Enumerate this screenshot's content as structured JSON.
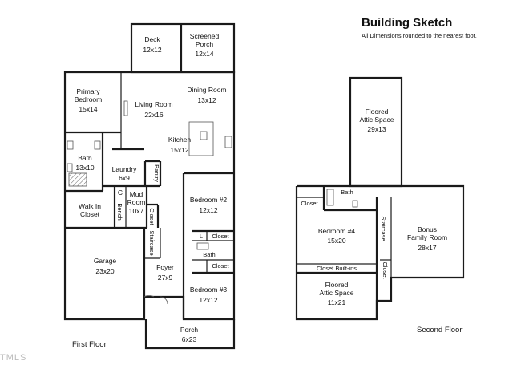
{
  "header": {
    "title": "Building Sketch",
    "subtitle": "All Dimensions rounded to the nearest foot."
  },
  "watermark": "TMLS",
  "first_floor": {
    "label": "First Floor",
    "rooms": {
      "deck": {
        "name": "Deck",
        "size": "12x12"
      },
      "screened_porch": {
        "name": "Screened",
        "name2": "Porch",
        "size": "12x14"
      },
      "primary_bedroom": {
        "name": "Primary",
        "name2": "Bedroom",
        "size": "15x14"
      },
      "living_room": {
        "name": "Living Room",
        "size": "22x16"
      },
      "dining_room": {
        "name": "Dining Room",
        "size": "13x12"
      },
      "kitchen": {
        "name": "Kitchen",
        "size": "15x12"
      },
      "bath": {
        "name": "Bath",
        "size": "13x10"
      },
      "laundry": {
        "name": "Laundry",
        "size": "6x9"
      },
      "pantry": {
        "name": "Pantry"
      },
      "closet_c": {
        "name": "C"
      },
      "bench": {
        "name": "Bench"
      },
      "mud_room": {
        "name": "Mud",
        "name2": "Room",
        "size": "10x7"
      },
      "walk_in_closet": {
        "name": "Walk In",
        "name2": "Closet"
      },
      "closet_mud": {
        "name": "Closet"
      },
      "bedroom2": {
        "name": "Bedroom #2",
        "size": "12x12"
      },
      "closet_l": {
        "name": "L"
      },
      "closet_bed2": {
        "name": "Closet"
      },
      "staircase": {
        "name": "Staircase"
      },
      "bath2": {
        "name": "Bath"
      },
      "closet_bath": {
        "name": "Closet"
      },
      "garage": {
        "name": "Garage",
        "size": "23x20"
      },
      "foyer": {
        "name": "Foyer",
        "size": "27x9"
      },
      "bedroom3": {
        "name": "Bedroom #3",
        "size": "12x12"
      },
      "porch": {
        "name": "Porch",
        "size": "6x23"
      }
    }
  },
  "second_floor": {
    "label": "Second Floor",
    "rooms": {
      "floored_attic_top": {
        "name": "Floored",
        "name2": "Attic Space",
        "size": "29x13"
      },
      "bath": {
        "name": "Bath"
      },
      "closet": {
        "name": "Closet"
      },
      "bedroom4": {
        "name": "Bedroom #4",
        "size": "15x20"
      },
      "staircase": {
        "name": "Staircase"
      },
      "bonus": {
        "name": "Bonus",
        "name2": "Family Room",
        "size": "28x17"
      },
      "closet_builtins": {
        "name": "Closet Built-ins"
      },
      "closet_right": {
        "name": "Closet"
      },
      "floored_attic_bottom": {
        "name": "Floored",
        "name2": "Attic Space",
        "size": "11x21"
      }
    }
  }
}
